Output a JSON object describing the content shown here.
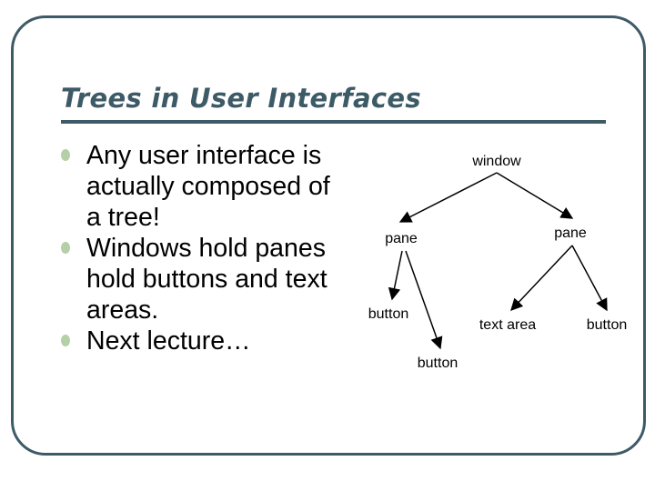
{
  "slide": {
    "title": "Trees in User Interfaces",
    "bullets": [
      "Any user interface is actually composed of a tree!",
      "Windows hold panes hold buttons and text areas.",
      "Next lecture…"
    ]
  },
  "tree": {
    "nodes": {
      "window": "window",
      "pane_left": "pane",
      "pane_right": "pane",
      "button_a": "button",
      "button_b": "button",
      "text_area": "text area",
      "button_c": "button"
    }
  },
  "colors": {
    "frame": "#3d5a67",
    "title": "#3d5a67",
    "bullet": "#b5cfa6"
  }
}
